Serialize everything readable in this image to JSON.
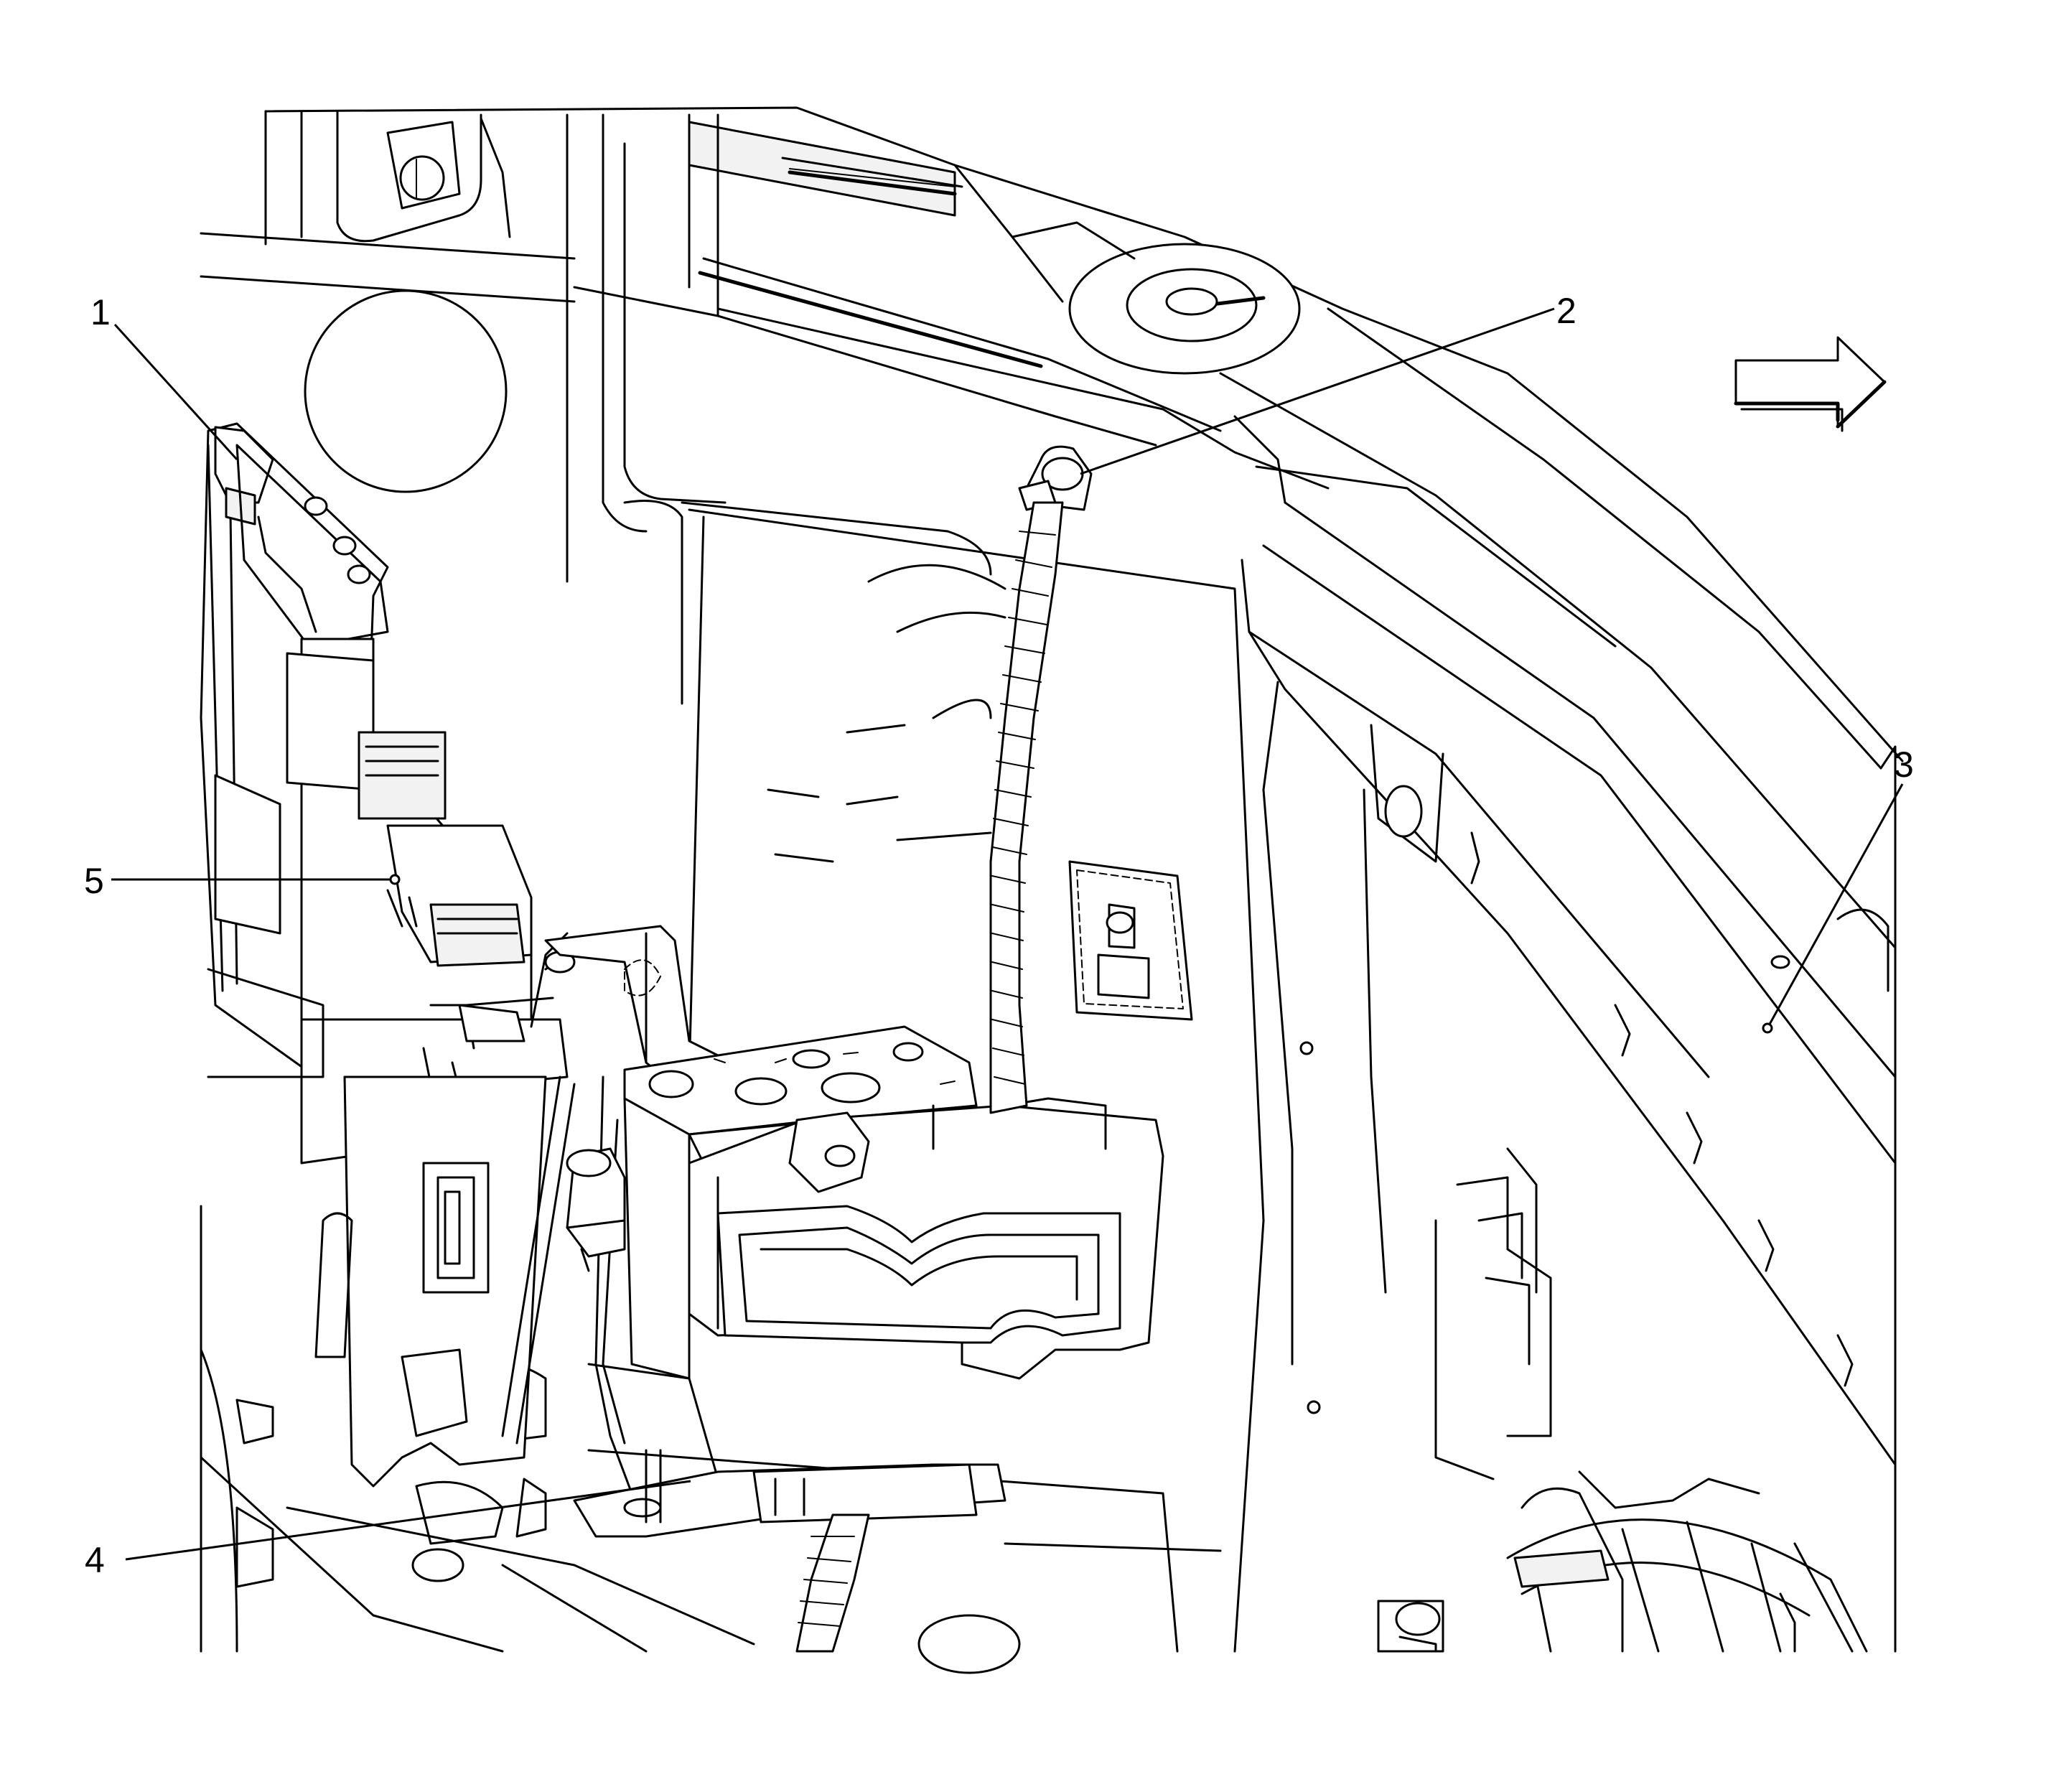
{
  "figure": {
    "callouts": [
      {
        "id": "1",
        "label": "1"
      },
      {
        "id": "2",
        "label": "2"
      },
      {
        "id": "3",
        "label": "3"
      },
      {
        "id": "4",
        "label": "4"
      },
      {
        "id": "5",
        "label": "5"
      }
    ],
    "direction_arrow": {
      "icon": "forward-arrow-icon"
    },
    "colors": {
      "line": "#000000",
      "background": "#ffffff"
    }
  }
}
